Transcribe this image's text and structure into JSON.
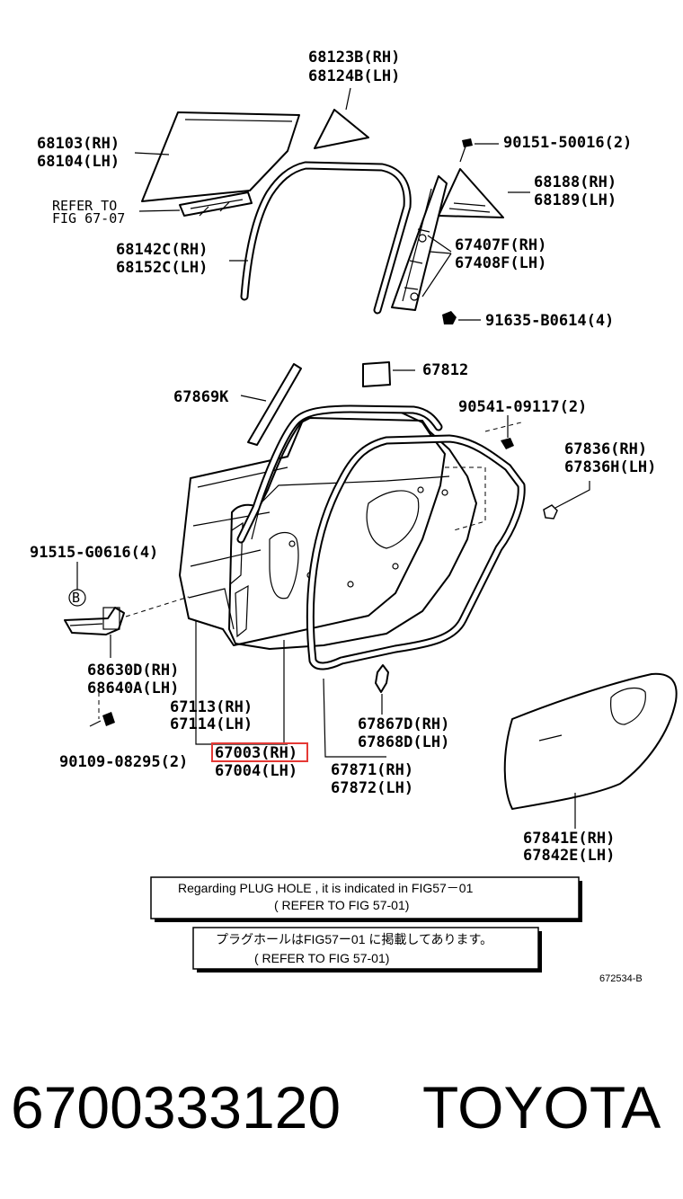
{
  "labels": {
    "l68123": "68123B(RH)",
    "l68124": "68124B(LH)",
    "l68103": "68103(RH)",
    "l68104": "68104(LH)",
    "refer1": "REFER TO",
    "refer2": "FIG 67-07",
    "l90151": "90151-50016(2)",
    "l68188": "68188(RH)",
    "l68189": "68189(LH)",
    "l68142": "68142C(RH)",
    "l68152": "68152C(LH)",
    "l67407": "67407F(RH)",
    "l67408": "67408F(LH)",
    "l91635": "91635-B0614(4)",
    "l67812": "67812",
    "l67869": "67869K",
    "l90541": "90541-09117(2)",
    "l67836a": "67836(RH)",
    "l67836b": "67836H(LH)",
    "l91515": "91515-G0616(4)",
    "lB": "B",
    "l68630": "68630D(RH)",
    "l68640": "68640A(LH)",
    "l67113": "67113(RH)",
    "l67114": "67114(LH)",
    "l67003": "67003(RH)",
    "l67004": "67004(LH)",
    "l90109": "90109-08295(2)",
    "l67867": "67867D(RH)",
    "l67868": "67868D(LH)",
    "l67871": "67871(RH)",
    "l67872": "67872(LH)",
    "l67841": "67841E(RH)",
    "l67842": "67842E(LH)"
  },
  "notes": {
    "note1_line1": "Regarding PLUG HOLE , it is indicated in FIG57－01",
    "note1_line2": "( REFER TO FIG 57-01)",
    "note2_line1": "プラグホールはFIG57ー01 に掲載してあります。",
    "note2_line2": "( REFER TO FIG 57-01)"
  },
  "figure_id": "672534-B",
  "footer": {
    "part_number": "6700333120",
    "brand": "TOYOTA"
  },
  "highlight": {
    "part": "67003(RH)",
    "color": "#e53935"
  }
}
